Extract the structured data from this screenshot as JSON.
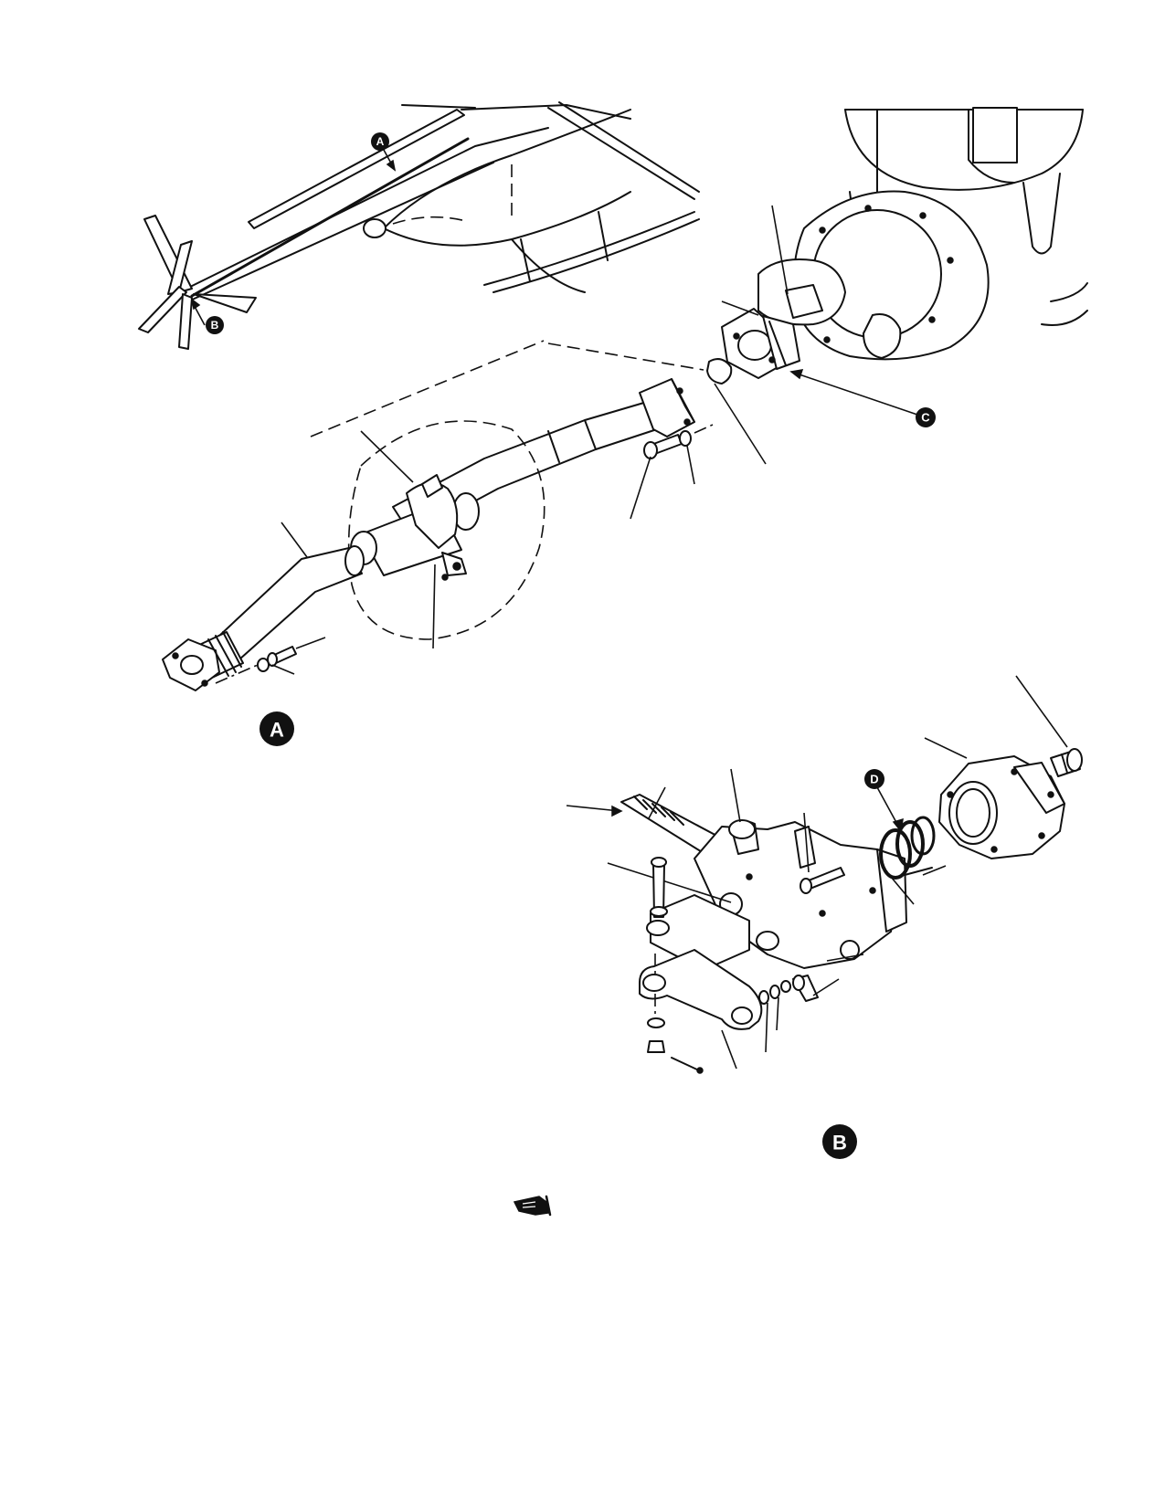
{
  "badges": {
    "view_a_label": "A",
    "view_b_label": "B",
    "locator_a": "A",
    "locator_b": "B",
    "detail_c": "C",
    "detail_d": "D"
  },
  "colors": {
    "ink": "#111111",
    "paper": "#ffffff"
  },
  "icons": {
    "note_marker": "pointing-hand-icon"
  }
}
